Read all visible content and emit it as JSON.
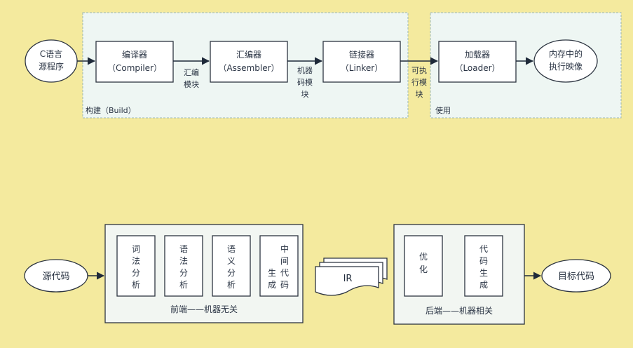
{
  "top": {
    "source": [
      "C语言",
      "源程序"
    ],
    "compiler": [
      "编译器",
      "（Compiler）"
    ],
    "assembler": [
      "汇编器",
      "（Assembler）"
    ],
    "linker": [
      "链接器",
      "（Linker）"
    ],
    "loader": [
      "加载器",
      "（Loader）"
    ],
    "image": [
      "内存中的",
      "执行映像"
    ],
    "asm_module": [
      "汇编",
      "模块"
    ],
    "obj_module": [
      "机器",
      "码模",
      "块"
    ],
    "exe_module": [
      "可执",
      "行模",
      "块"
    ],
    "build_label": "构建（Build）",
    "use_label": "使用"
  },
  "bottom": {
    "source": "源代码",
    "target": "目标代码",
    "lexical": [
      "词",
      "法",
      "分",
      "析"
    ],
    "syntax": [
      "语",
      "法",
      "分",
      "析"
    ],
    "semantic": [
      "语",
      "义",
      "分",
      "析"
    ],
    "intermediate": [
      "中",
      "间",
      "生",
      "代",
      "成",
      "码"
    ],
    "ir": "IR",
    "optimize": [
      "优",
      "化"
    ],
    "codegen": [
      "代",
      "码",
      "生",
      "成"
    ],
    "frontend_label": "前端——机器无关",
    "backend_label": "后端——机器相关"
  }
}
